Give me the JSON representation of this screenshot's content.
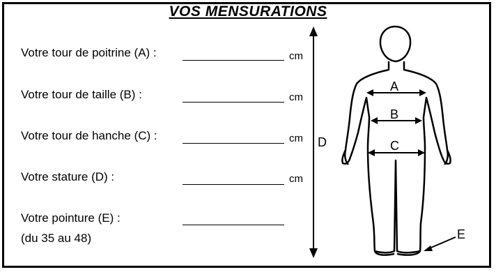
{
  "title": "VOS MENSURATIONS",
  "fields": [
    {
      "label": "Votre tour de poitrine (A) :",
      "unit": "cm"
    },
    {
      "label": "Votre tour de taille (B) :",
      "unit": "cm"
    },
    {
      "label": "Votre tour de hanche (C) :",
      "unit": "cm"
    },
    {
      "label": "Votre stature (D) :",
      "unit": "cm"
    },
    {
      "label": "Votre pointure (E) :",
      "note": "(du 35 au 48)"
    }
  ],
  "diagram": {
    "marker_a": "A",
    "marker_b": "B",
    "marker_c": "C",
    "marker_d": "D",
    "marker_e": "E"
  }
}
